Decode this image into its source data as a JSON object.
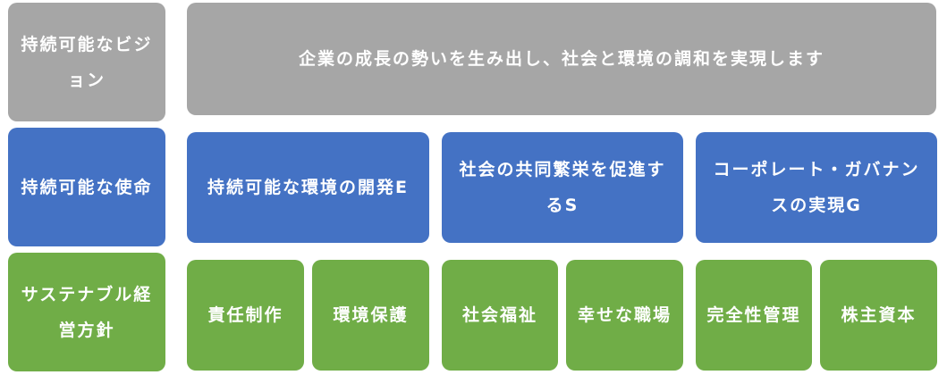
{
  "rows": [
    {
      "label": "持続可能なビジョン",
      "items": [
        "企業の成長の勢いを生み出し、社会と環境の調和を実現します"
      ]
    },
    {
      "label": "持続可能な使命",
      "items": [
        "持続可能な環境の開発E",
        "社会の共同繁栄を促進するS",
        "コーポレート・ガバナンスの実現G"
      ]
    },
    {
      "label": "サステナブル経営方針",
      "items": [
        "責任制作",
        "環境保護",
        "社会福祉",
        "幸せな職場",
        "完全性管理",
        "株主資本"
      ]
    }
  ],
  "colors": {
    "vision": "#a6a6a6",
    "mission": "#4472c4",
    "policy": "#70ad47"
  }
}
